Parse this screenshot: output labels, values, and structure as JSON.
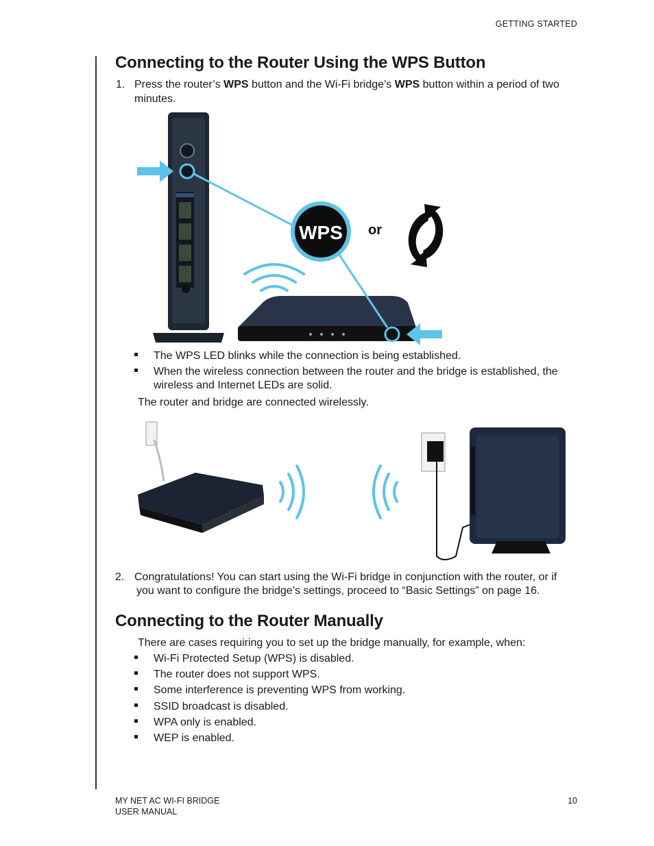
{
  "header": {
    "section": "GETTING STARTED"
  },
  "section1": {
    "heading": "Connecting to the Router Using the WPS Button",
    "step1": {
      "number": "1.",
      "pre": "Press the router’s ",
      "bold1": "WPS",
      "mid": " button and the Wi-Fi bridge’s ",
      "bold2": "WPS",
      "post": " button within a period of two",
      "cont": "minutes."
    },
    "figure1": {
      "wps_badge": "WPS",
      "or_label": "or"
    },
    "bullets": [
      "The WPS LED blinks while the connection is being established.",
      "When the wireless connection between the router and the bridge is established, the",
      "wireless and Internet LEDs are solid."
    ],
    "result": "The router and bridge are connected wirelessly.",
    "step2": {
      "number": "2.",
      "line1": "Congratulations! You can start using the Wi-Fi bridge in conjunction with the router, or if",
      "line2": "you want to configure the bridge’s settings, proceed to “Basic Settings” on page 16."
    }
  },
  "section2": {
    "heading": "Connecting to the Router Manually",
    "intro": "There are cases requiring you to set up the bridge manually, for example, when:",
    "bullets": [
      "Wi-Fi Protected Setup (WPS) is disabled.",
      "The router does not support WPS.",
      "Some interference is preventing WPS from working.",
      "SSID broadcast is disabled.",
      "WPA only is enabled.",
      "WEP is enabled."
    ]
  },
  "footer": {
    "product": "MY NET AC WI-FI BRIDGE",
    "doc": "USER MANUAL",
    "page": "10"
  },
  "colors": {
    "accent_blue": "#5fc3e8",
    "device_dark": "#1e2a3c"
  }
}
